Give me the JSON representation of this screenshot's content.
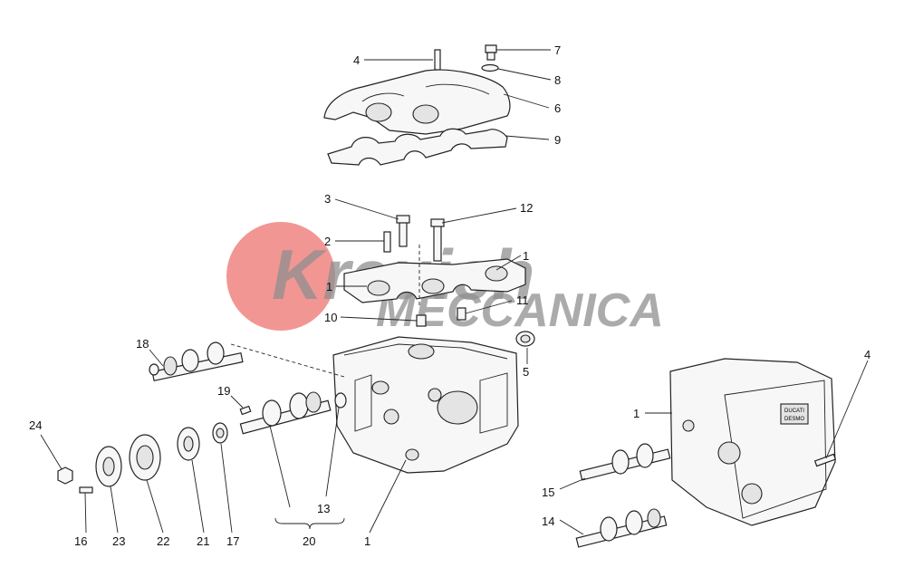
{
  "watermark": {
    "line1": "Kreuich",
    "line2": "MECCANICA",
    "brand_red": "#e8403c",
    "gray": "#8f8f8f"
  },
  "callouts": {
    "c1_top": "1",
    "c1_mid": "1",
    "c1_block": "1",
    "c1_right": "1",
    "c2": "2",
    "c3": "3",
    "c4_top": "4",
    "c4_right": "4",
    "c5": "5",
    "c6": "6",
    "c7": "7",
    "c8": "8",
    "c9": "9",
    "c10": "10",
    "c11": "11",
    "c12": "12",
    "c13": "13",
    "c14": "14",
    "c15": "15",
    "c16": "16",
    "c17": "17",
    "c18": "18",
    "c19": "19",
    "c20": "20",
    "c21": "21",
    "c22": "22",
    "c23": "23",
    "c24": "24"
  },
  "stamp": {
    "line1": "DUCATI",
    "line2": "DESMO"
  }
}
